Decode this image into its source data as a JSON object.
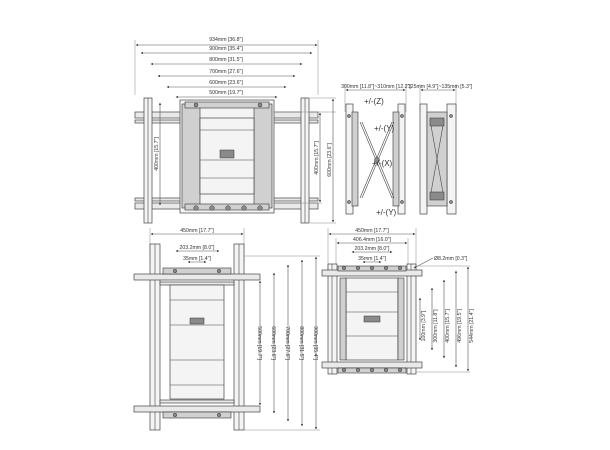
{
  "view_top": {
    "widths": [
      "934mm [36.8\"]",
      "900mm [35.4\"]",
      "800mm [31.5\"]",
      "700mm [27.6\"]",
      "600mm [23.6\"]",
      "500mm [19.7\"]"
    ],
    "left_height": "400mm [15.7\"]",
    "right_height_a": "400mm [15.7\"]",
    "right_height_b": "600mm [23.6\"]"
  },
  "view_side": {
    "depth_a": "300mm [11.8\"]~310mm [12.2\"]",
    "depth_b": "125mm [4.9\"]~135mm [5.3\"]",
    "axis_z": "+/-(Z)",
    "axis_y_top": "+/-(Y)",
    "axis_x": "+/-(X)",
    "axis_y_bottom": "+/-(Y)"
  },
  "view_bottom_left": {
    "width": "450mm [17.7\"]",
    "inner": "203.2mm [8.0\"]",
    "gap": "35mm [1.4\"]",
    "heights": [
      "500mm [19.7\"]",
      "600mm [23.6\"]",
      "700mm [27.6\"]",
      "800mm [31.5\"]",
      "900mm [35.4\"]"
    ]
  },
  "view_bottom_right": {
    "width": "450mm [17.7\"]",
    "width_b": "406.4mm [16.0\"]",
    "inner": "203.2mm [8.0\"]",
    "gap": "35mm [1.4\"]",
    "hole": "Ø8.2mm [0.3\"]",
    "heights": [
      "100mm [3.9\"]",
      "300mm [11.8\"]",
      "400mm [15.7\"]",
      "496mm [19.5\"]",
      "544mm [21.4\"]"
    ]
  }
}
